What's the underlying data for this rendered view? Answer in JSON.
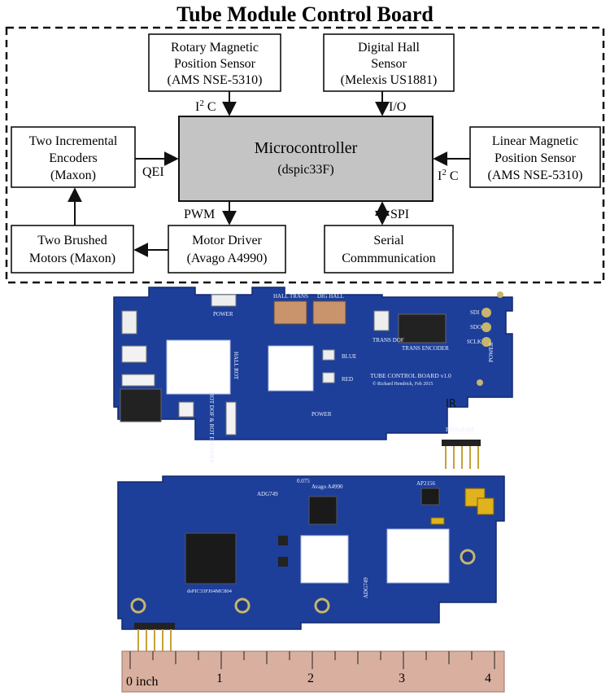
{
  "figure": {
    "title": "Tube Module Control Board",
    "blocks": {
      "rotary": [
        "Rotary Magnetic",
        "Position Sensor",
        "(AMS NSE-5310)"
      ],
      "hall": [
        "Digital Hall",
        "Sensor",
        "(Melexis US1881)"
      ],
      "encoders": [
        "Two Incremental",
        "Encoders",
        "(Maxon)"
      ],
      "micro": [
        "Microcontroller",
        "(dspic33F)"
      ],
      "linear": [
        "Linear Magnetic",
        "Position Sensor",
        "(AMS NSE-5310)"
      ],
      "motors": [
        "Two Brushed",
        "Motors (Maxon)"
      ],
      "driver": [
        "Motor Driver",
        "(Avago A4990)"
      ],
      "serial": [
        "Serial",
        "Commmunication"
      ]
    },
    "signals": {
      "i2c_left_main": "I",
      "i2c_left_sup": "2",
      "i2c_left_tail": " C",
      "io": "I/O",
      "qei": "QEI",
      "i2c_right_main": "I",
      "i2c_right_sup": "2",
      "i2c_right_tail": " C",
      "pwm": "PWM",
      "spi": "SPI"
    }
  },
  "photo": {
    "top_board": {
      "silkscreen": [
        "HALL TRANS",
        "DIG HALL",
        "POWER",
        "HALL ROT",
        "BLUE",
        "RED",
        "TRANS DOF",
        "TRANS ENCODER",
        "TUBE CONTROL BOARD v1.0",
        "© Richard Hendrick, Feb 2015",
        "ROT DOF & ROT ENCODER",
        "POWER",
        "PROGRAM",
        "SDI",
        "SDO",
        "SCLK",
        "POWER",
        "IR"
      ]
    },
    "bottom_board": {
      "silkscreen": [
        "ADG749",
        "Avago A4990",
        "AP2156",
        "dsPIC33FJ64MC804",
        "ADG749",
        "0.075"
      ]
    },
    "ruler": {
      "labels": [
        "0 inch",
        "1",
        "2",
        "3",
        "4"
      ]
    }
  },
  "colors": {
    "micro_fill": "#c4c4c4",
    "pcb_blue": "#1d3f9a",
    "ruler": "#d9b0a0"
  }
}
